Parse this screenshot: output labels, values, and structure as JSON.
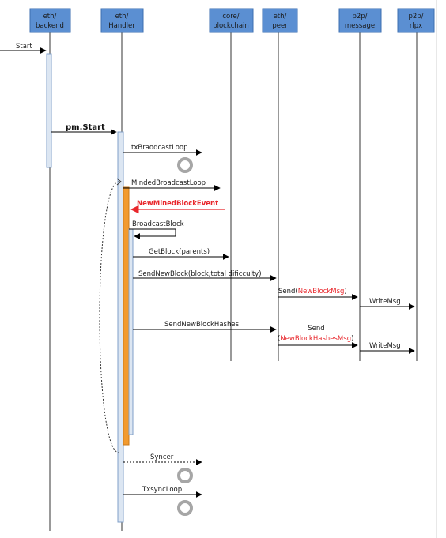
{
  "participants": [
    {
      "id": "backend",
      "line1": "eth/",
      "line2": "backend"
    },
    {
      "id": "handler",
      "line1": "eth/",
      "line2": "Handler"
    },
    {
      "id": "core",
      "line1": "core/",
      "line2": "blockchain"
    },
    {
      "id": "peer",
      "line1": "eth/",
      "line2": "peer"
    },
    {
      "id": "message",
      "line1": "p2p/",
      "line2": "message"
    },
    {
      "id": "rlpx",
      "line1": "p2p/",
      "line2": "rlpx"
    }
  ],
  "messages": {
    "start": "Start",
    "pm_start": "pm.Start",
    "tx_broadcast_loop": "txBraodcastLoop",
    "mined_broadcast_loop": "MindedBroadcastLoop",
    "new_mined_block_event": "NewMinedBlockEvent",
    "broadcast_block": "BroadcastBlock",
    "get_block": "GetBlock(parents)",
    "send_new_block": "SendNewBlock(block,total dificculty)",
    "send_new_block_msg_prefix": "Send(",
    "send_new_block_msg_red": "NewBlockMsg",
    "send_new_block_msg_suffix": ")",
    "write_msg_1": "WriteMsg",
    "send_new_block_hashes": "SendNewBlockHashes",
    "send_label": "Send",
    "send_hashes_prefix": "(",
    "send_hashes_red": "NewBlockHashesMsg",
    "send_hashes_suffix": ")",
    "write_msg_2": "WriteMsg",
    "syncer": "Syncer",
    "txsync_loop": "TxsyncLoop"
  },
  "colors": {
    "participant_fill": "#5b8fd2",
    "participant_border": "#3d6fb0",
    "activation_fill": "#dce6f2",
    "activation_border": "#7f9fc8",
    "active_orange": "#f29a2e",
    "highlight_red": "#e8262b",
    "loop_gray": "#a6a6a6"
  }
}
